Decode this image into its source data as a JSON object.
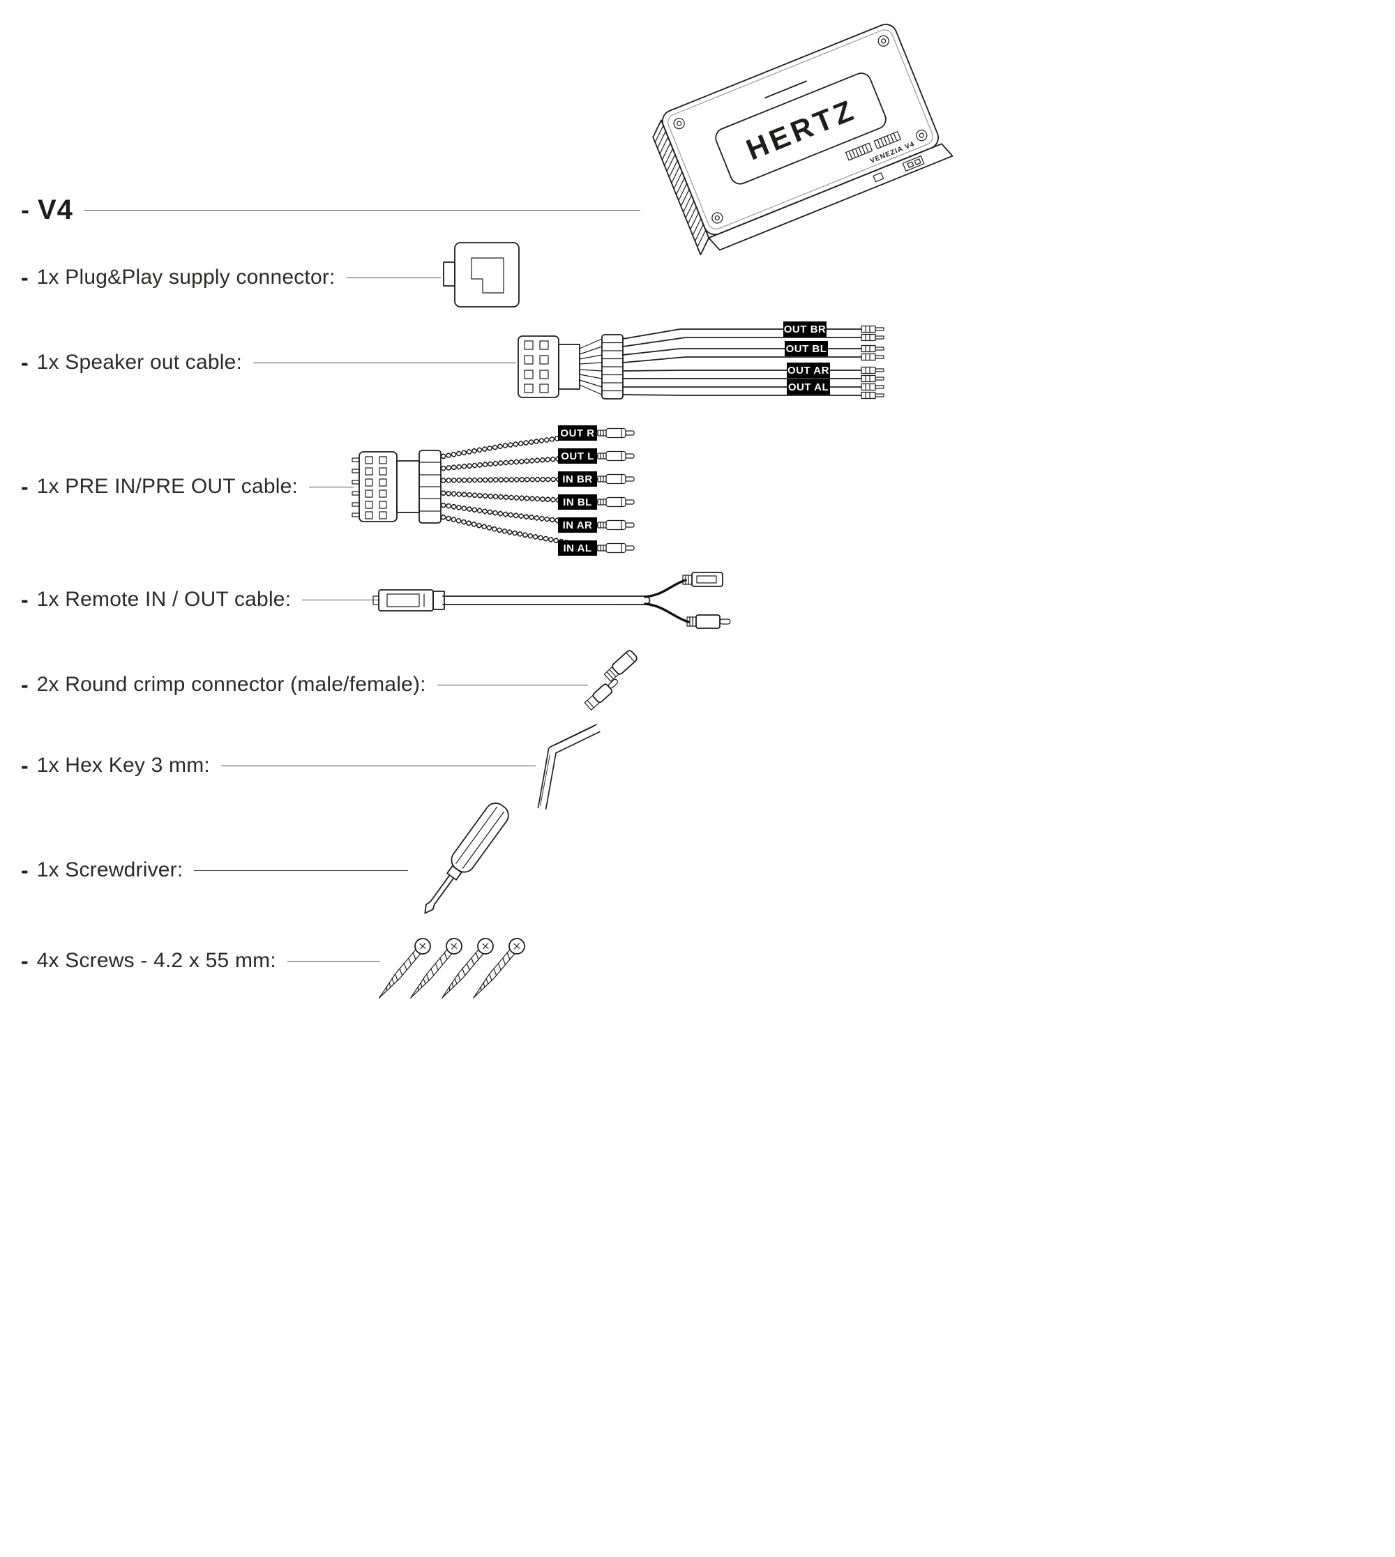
{
  "header": {
    "prefix": "-",
    "model": "V4"
  },
  "amplifier": {
    "brand": "HERTZ",
    "model": "VENEZIA V4"
  },
  "items": [
    {
      "prefix": "-",
      "label": "1x Plug&Play supply connector:"
    },
    {
      "prefix": "-",
      "label": "1x Speaker out cable:"
    },
    {
      "prefix": "-",
      "label": "1x PRE IN/PRE OUT cable:"
    },
    {
      "prefix": "-",
      "label": "1x Remote IN / OUT cable:"
    },
    {
      "prefix": "-",
      "label": "2x Round crimp connector (male/female):"
    },
    {
      "prefix": "-",
      "label": "1x Hex Key 3 mm:"
    },
    {
      "prefix": "-",
      "label": "1x Screwdriver:"
    },
    {
      "prefix": "-",
      "label": "4x Screws - 4.2 x 55 mm:"
    }
  ],
  "speaker_cable_labels": [
    "OUT BR",
    "OUT BL",
    "OUT AR",
    "OUT AL"
  ],
  "pre_cable_labels": [
    "OUT R",
    "OUT L",
    "IN BR",
    "IN BL",
    "IN AR",
    "IN AL"
  ],
  "colors": {
    "ink": "#1d1d1b",
    "label_bg": "#000000",
    "label_text": "#ffffff",
    "background": "#ffffff"
  }
}
